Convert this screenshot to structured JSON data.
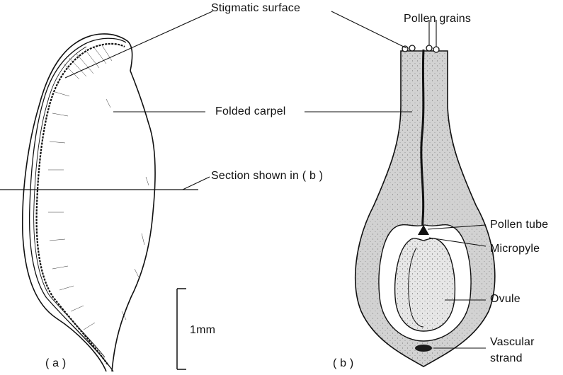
{
  "labels": {
    "stigmatic_surface": "Stigmatic surface",
    "pollen_grains": "Pollen grains",
    "folded_carpel": "Folded carpel",
    "section_shown": "Section shown in ( b )",
    "pollen_tube": "Pollen tube",
    "micropyle": "Micropyle",
    "ovule": "Ovule",
    "vascular_strand_line1": "Vascular",
    "vascular_strand_line2": "strand",
    "scale": "1mm",
    "panel_a": "( a )",
    "panel_b": "( b )"
  },
  "colors": {
    "ink": "#111111",
    "carpel_tissue": "#d2d2d2",
    "cavity": "#ffffff",
    "ovule_fill": "#e6e6e6",
    "vascular": "#1a1a1a"
  }
}
